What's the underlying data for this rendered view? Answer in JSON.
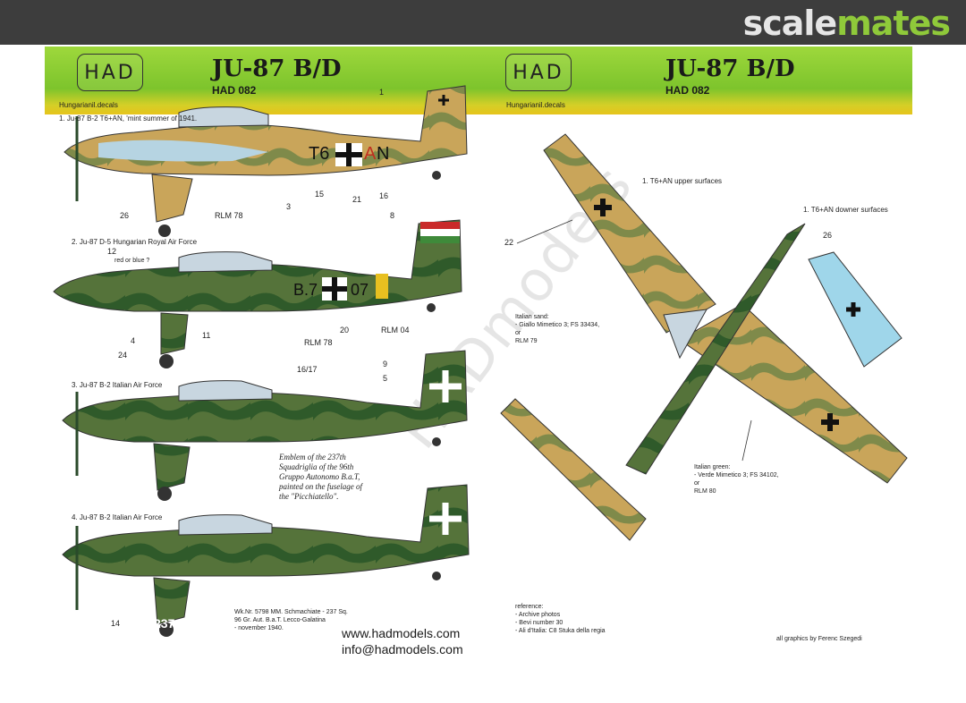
{
  "header": {
    "brand_part1": "scale",
    "brand_part2": "mates",
    "colors": {
      "bar": "#3d3d3d",
      "accent": "#8fc93a"
    }
  },
  "band": {
    "left": {
      "logo": "HAD",
      "subtitle": "Hungarianil.decals",
      "title": "JU-87 B/D",
      "code": "HAD 082"
    },
    "right": {
      "logo": "HAD",
      "subtitle": "Hungarianil.decals",
      "title": "JU-87 B/D",
      "code": "HAD 082"
    }
  },
  "aircraft": [
    {
      "caption": "1. Ju-87 B-2 T6+AN, 'mint summer of 1941.",
      "codes": [
        "T6",
        "A",
        "N"
      ],
      "labels": [
        "1",
        "26",
        "RLM 78",
        "3",
        "15",
        "21",
        "16",
        "8"
      ]
    },
    {
      "caption": "2. Ju-87 D-5 Hungarian Royal Air Force",
      "note": "red or blue ?",
      "codes": [
        "B.7",
        "07"
      ],
      "labels": [
        "12",
        "4",
        "24",
        "11",
        "RLM 78",
        "20",
        "RLM 04"
      ]
    },
    {
      "caption": "3. Ju-87 B-2 Italian Air Force",
      "labels": [
        "16/17",
        "9",
        "5"
      ]
    },
    {
      "caption": "4. Ju-87 B-2 Italian Air Force",
      "badge": "237",
      "labels": [
        "14"
      ]
    }
  ],
  "emblem_note": [
    "Emblem of the 237th",
    "Squadriglia of the 96th",
    "Gruppo Autonomo B.a.T,",
    "painted on the fuselage of",
    "the \"Picchiatello\"."
  ],
  "serial_note": [
    "Wk.Nr. 5798 MM. Schmachiate - 237 Sq.",
    "96 Gr. Aut. B.a.T. Lecco-Galatina",
    "- november 1940."
  ],
  "contact": {
    "web": "www.hadmodels.com",
    "email": "info@hadmodels.com"
  },
  "plan_view": {
    "upper_label": "1. T6+AN upper surfaces",
    "lower_label": "1. T6+AN downer surfaces",
    "num_22": "22",
    "num_26": "26",
    "sand_note": [
      "Italian sand:",
      "- Giallo Mimetico 3; FS 33434,",
      "or",
      "RLM 79"
    ],
    "green_note": [
      "Italian green:",
      "- Verde Mimetico 3; FS 34102,",
      "or",
      "RLM  80"
    ]
  },
  "reference": {
    "title": "reference:",
    "items": [
      "- Archive photos",
      "- Bevi number 30",
      "- Ali d'Italia: C8 Stuka della regia"
    ]
  },
  "credit": "all graphics by Ferenc Szegedi",
  "watermark": "HADmodels"
}
